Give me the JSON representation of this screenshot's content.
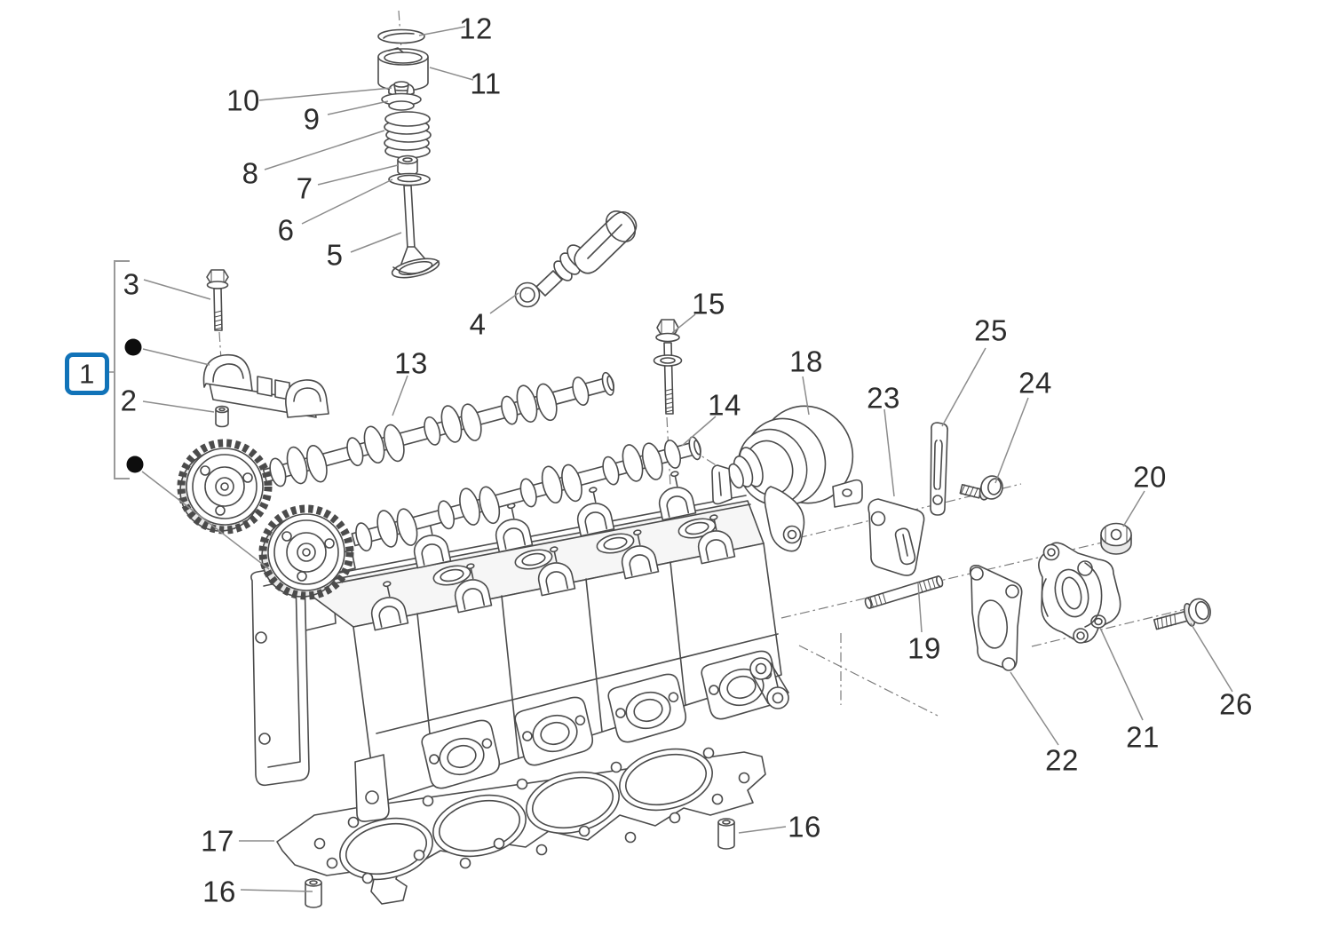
{
  "diagram": {
    "kind": "exploded-parts-diagram",
    "accent_color": "#1173b8",
    "line_color": "#4b4b4b",
    "leader_color": "#8c8c8c",
    "background": "#ffffff",
    "selected_callout": "1",
    "callouts": [
      {
        "label": "1"
      },
      {
        "label": "2"
      },
      {
        "label": "3"
      },
      {
        "label": "4"
      },
      {
        "label": "5"
      },
      {
        "label": "6"
      },
      {
        "label": "7"
      },
      {
        "label": "8"
      },
      {
        "label": "9"
      },
      {
        "label": "10"
      },
      {
        "label": "11"
      },
      {
        "label": "12"
      },
      {
        "label": "13"
      },
      {
        "label": "14"
      },
      {
        "label": "15"
      },
      {
        "label": "16"
      },
      {
        "label": "16"
      },
      {
        "label": "17"
      },
      {
        "label": "18"
      },
      {
        "label": "19"
      },
      {
        "label": "20"
      },
      {
        "label": "21"
      },
      {
        "label": "22"
      },
      {
        "label": "23"
      },
      {
        "label": "24"
      },
      {
        "label": "25"
      },
      {
        "label": "26"
      }
    ]
  }
}
